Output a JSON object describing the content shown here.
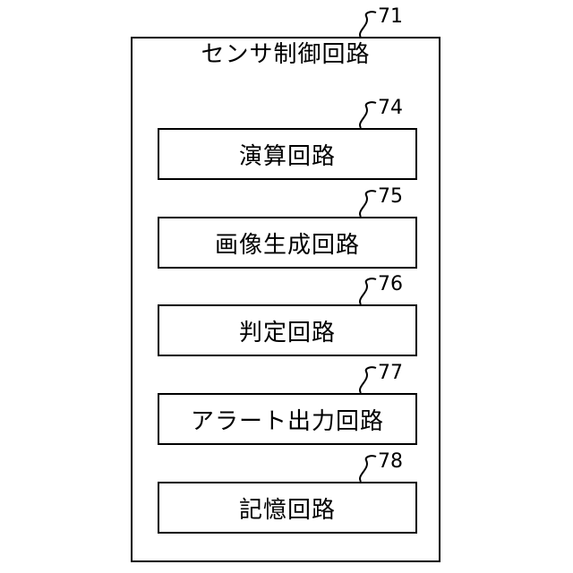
{
  "diagram": {
    "outer": {
      "ref": "71",
      "title": "センサ制御回路"
    },
    "blocks": [
      {
        "ref": "74",
        "label": "演算回路"
      },
      {
        "ref": "75",
        "label": "画像生成回路"
      },
      {
        "ref": "76",
        "label": "判定回路"
      },
      {
        "ref": "77",
        "label": "アラート出力回路"
      },
      {
        "ref": "78",
        "label": "記憶回路"
      }
    ]
  }
}
